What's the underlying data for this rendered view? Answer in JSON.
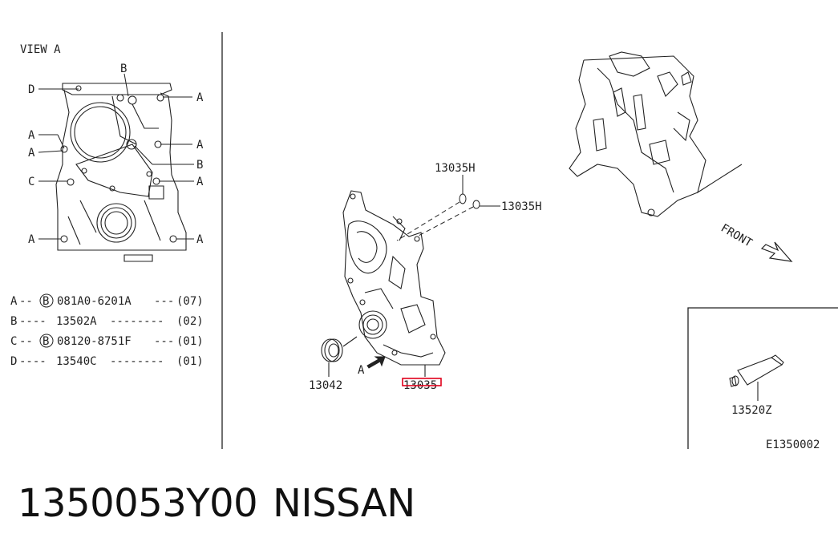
{
  "view_label": "VIEW A",
  "view_callouts": {
    "b_top": "B",
    "d_left": "D",
    "a_right_1": "A",
    "a_left_1": "A",
    "a_left_2": "A",
    "a_right_2": "A",
    "b_right": "B",
    "c_left": "C",
    "a_right_3": "A",
    "a_left_3": "A",
    "a_right_4": "A"
  },
  "legend": [
    {
      "letter": "A",
      "dashes": "--",
      "bolt": "B",
      "part": "081A0-6201A",
      "fill": "---",
      "qty": "(07)"
    },
    {
      "letter": "B",
      "dashes": "----",
      "bolt": "",
      "part": "13502A",
      "fill": "--------",
      "qty": "(02)"
    },
    {
      "letter": "C",
      "dashes": "--",
      "bolt": "B",
      "part": "08120-8751F",
      "fill": "---",
      "qty": "(01)"
    },
    {
      "letter": "D",
      "dashes": "----",
      "bolt": "",
      "part": "13540C",
      "fill": "--------",
      "qty": "(01)"
    }
  ],
  "parts": {
    "dowel_top": "13035H",
    "dowel_right": "13035H",
    "seal": "13042",
    "cover": "13035",
    "view_arrow": "A",
    "sealant": "13520Z"
  },
  "front_label": "FRONT",
  "diagram_code": "E1350002",
  "footer": {
    "part_number": "1350053Y00",
    "brand": "NISSAN"
  },
  "colors": {
    "highlight": "#e0001b",
    "line": "#222222"
  }
}
